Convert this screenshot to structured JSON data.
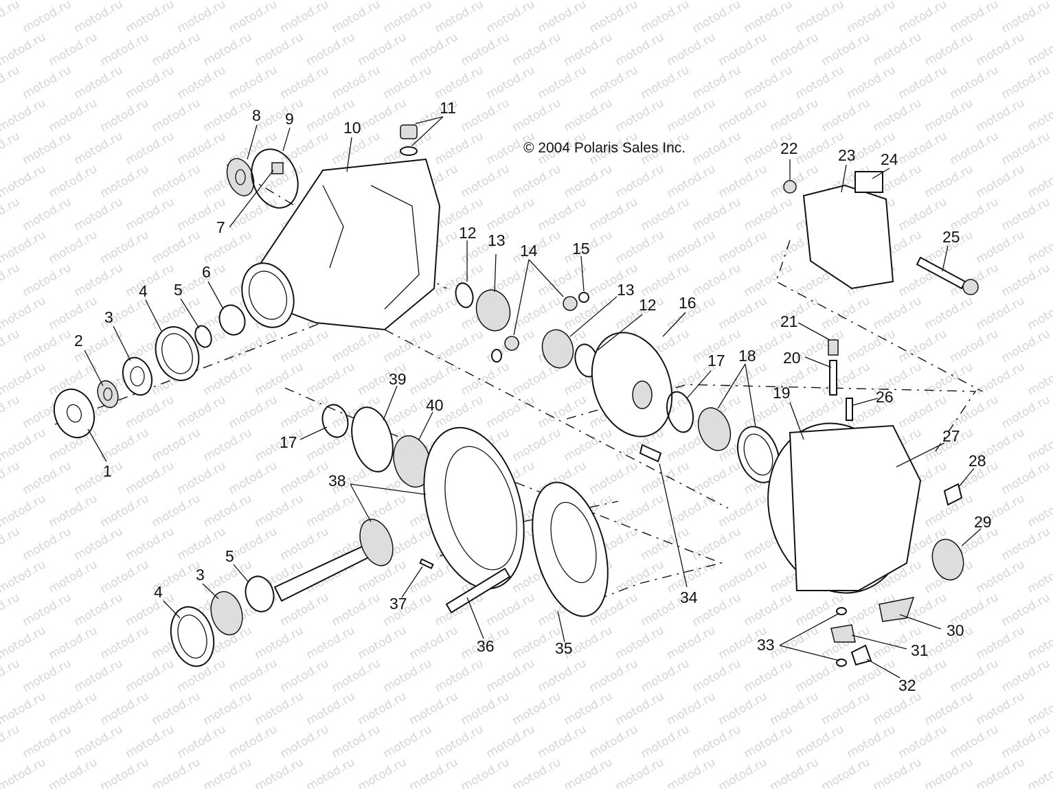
{
  "copyright": "© 2004 Polaris Sales Inc.",
  "watermark": "motod.ru",
  "callouts": [
    {
      "id": "c1",
      "label": "1"
    },
    {
      "id": "c2",
      "label": "2"
    },
    {
      "id": "c3a",
      "label": "3"
    },
    {
      "id": "c3b",
      "label": "3"
    },
    {
      "id": "c4a",
      "label": "4"
    },
    {
      "id": "c4b",
      "label": "4"
    },
    {
      "id": "c5a",
      "label": "5"
    },
    {
      "id": "c5b",
      "label": "5"
    },
    {
      "id": "c6",
      "label": "6"
    },
    {
      "id": "c7",
      "label": "7"
    },
    {
      "id": "c8",
      "label": "8"
    },
    {
      "id": "c9",
      "label": "9"
    },
    {
      "id": "c10",
      "label": "10"
    },
    {
      "id": "c11",
      "label": "11"
    },
    {
      "id": "c12a",
      "label": "12"
    },
    {
      "id": "c12b",
      "label": "12"
    },
    {
      "id": "c13a",
      "label": "13"
    },
    {
      "id": "c13b",
      "label": "13"
    },
    {
      "id": "c14",
      "label": "14"
    },
    {
      "id": "c15",
      "label": "15"
    },
    {
      "id": "c16",
      "label": "16"
    },
    {
      "id": "c17a",
      "label": "17"
    },
    {
      "id": "c17b",
      "label": "17"
    },
    {
      "id": "c18",
      "label": "18"
    },
    {
      "id": "c19",
      "label": "19"
    },
    {
      "id": "c20",
      "label": "20"
    },
    {
      "id": "c21",
      "label": "21"
    },
    {
      "id": "c22",
      "label": "22"
    },
    {
      "id": "c23",
      "label": "23"
    },
    {
      "id": "c24",
      "label": "24"
    },
    {
      "id": "c25",
      "label": "25"
    },
    {
      "id": "c26",
      "label": "26"
    },
    {
      "id": "c27",
      "label": "27"
    },
    {
      "id": "c28",
      "label": "28"
    },
    {
      "id": "c29",
      "label": "29"
    },
    {
      "id": "c30",
      "label": "30"
    },
    {
      "id": "c31",
      "label": "31"
    },
    {
      "id": "c32",
      "label": "32"
    },
    {
      "id": "c33",
      "label": "33"
    },
    {
      "id": "c34",
      "label": "34"
    },
    {
      "id": "c35",
      "label": "35"
    },
    {
      "id": "c36",
      "label": "36"
    },
    {
      "id": "c37",
      "label": "37"
    },
    {
      "id": "c38",
      "label": "38"
    },
    {
      "id": "c39",
      "label": "39"
    },
    {
      "id": "c40",
      "label": "40"
    }
  ]
}
